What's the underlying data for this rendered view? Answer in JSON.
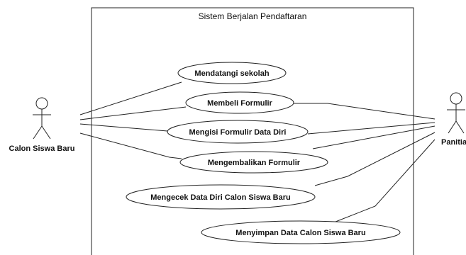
{
  "system": {
    "title": "Sistem Berjalan Pendaftaran"
  },
  "actors": {
    "calon_siswa": {
      "label": "Calon Siswa Baru"
    },
    "panitia": {
      "label": "Panitia"
    }
  },
  "use_cases": [
    {
      "id": "mendatangi",
      "label": "Mendatangi sekolah"
    },
    {
      "id": "membeli",
      "label": "Membeli Formulir"
    },
    {
      "id": "mengisi",
      "label": "Mengisi Formulir Data Diri"
    },
    {
      "id": "mengembalikan",
      "label": "Mengembalikan Formulir"
    },
    {
      "id": "mengecek",
      "label": "Mengecek Data Diri Calon Siswa Baru"
    },
    {
      "id": "menyimpan",
      "label": "Menyimpan Data Calon Siswa Baru"
    }
  ],
  "associations": [
    {
      "actor": "calon_siswa",
      "use_case": "mendatangi"
    },
    {
      "actor": "calon_siswa",
      "use_case": "membeli"
    },
    {
      "actor": "calon_siswa",
      "use_case": "mengisi"
    },
    {
      "actor": "calon_siswa",
      "use_case": "mengembalikan"
    },
    {
      "actor": "panitia",
      "use_case": "membeli"
    },
    {
      "actor": "panitia",
      "use_case": "mengisi"
    },
    {
      "actor": "panitia",
      "use_case": "mengembalikan"
    },
    {
      "actor": "panitia",
      "use_case": "mengecek"
    },
    {
      "actor": "panitia",
      "use_case": "menyimpan"
    }
  ]
}
